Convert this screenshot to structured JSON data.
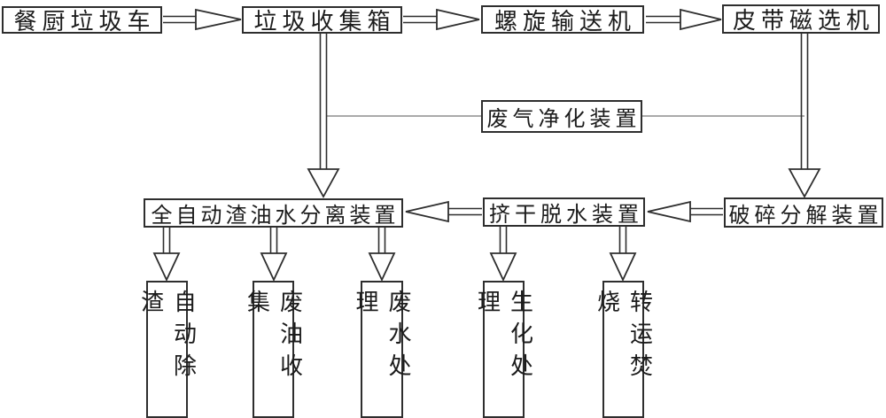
{
  "diagram": {
    "type": "flowchart",
    "background_color": "#ffffff",
    "line_color": "#2e2e2e",
    "thin_line_color": "#787878",
    "text_color": "#1c1c1c"
  },
  "nodes": {
    "truck": {
      "label": "餐厨垃圾车"
    },
    "collection_box": {
      "label": "垃圾收集箱"
    },
    "screw_conveyor": {
      "label": "螺旋输送机"
    },
    "belt_magnetic_separator": {
      "label": "皮带磁选机"
    },
    "waste_gas_purifier": {
      "label": "废气净化装置"
    },
    "auto_separator": {
      "label": "全自动渣油水分离装置"
    },
    "dewatering": {
      "label": "挤干脱水装置"
    },
    "crusher": {
      "label": "破碎分解装置"
    },
    "auto_slag_removal": {
      "label": "自动除渣"
    },
    "waste_oil_collection": {
      "label": "废油收集"
    },
    "waste_water_treatment": {
      "label": "废水处理"
    },
    "biochemical_treatment": {
      "label": "生化处理"
    },
    "transfer_incineration": {
      "label": "转运焚烧"
    }
  },
  "edges": [
    {
      "from": "truck",
      "to": "collection_box",
      "style": "hollow-arrow"
    },
    {
      "from": "collection_box",
      "to": "screw_conveyor",
      "style": "hollow-arrow"
    },
    {
      "from": "screw_conveyor",
      "to": "belt_magnetic_separator",
      "style": "hollow-arrow"
    },
    {
      "from": "collection_box",
      "to": "auto_separator",
      "style": "hollow-arrow"
    },
    {
      "from": "belt_magnetic_separator",
      "to": "crusher",
      "style": "hollow-arrow"
    },
    {
      "from": "collection_box",
      "to": "waste_gas_purifier",
      "style": "thin-line"
    },
    {
      "from": "belt_magnetic_separator",
      "to": "waste_gas_purifier",
      "style": "thin-line"
    },
    {
      "from": "crusher",
      "to": "dewatering",
      "style": "hollow-arrow"
    },
    {
      "from": "dewatering",
      "to": "auto_separator",
      "style": "hollow-arrow"
    },
    {
      "from": "auto_separator",
      "to": "auto_slag_removal",
      "style": "hollow-arrow"
    },
    {
      "from": "auto_separator",
      "to": "waste_oil_collection",
      "style": "hollow-arrow"
    },
    {
      "from": "auto_separator",
      "to": "waste_water_treatment",
      "style": "hollow-arrow"
    },
    {
      "from": "dewatering",
      "to": "biochemical_treatment",
      "style": "hollow-arrow"
    },
    {
      "from": "dewatering",
      "to": "transfer_incineration",
      "style": "hollow-arrow"
    }
  ]
}
